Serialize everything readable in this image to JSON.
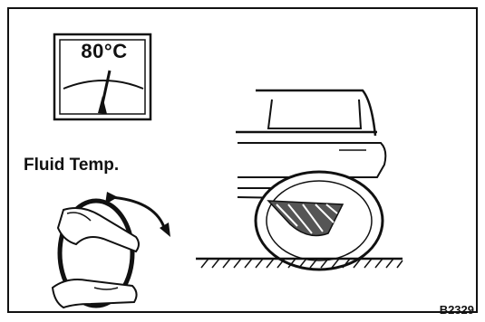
{
  "gauge": {
    "reading": "80°C"
  },
  "labels": {
    "fluid_temp": "Fluid Temp.",
    "figure_code": "B2329"
  }
}
